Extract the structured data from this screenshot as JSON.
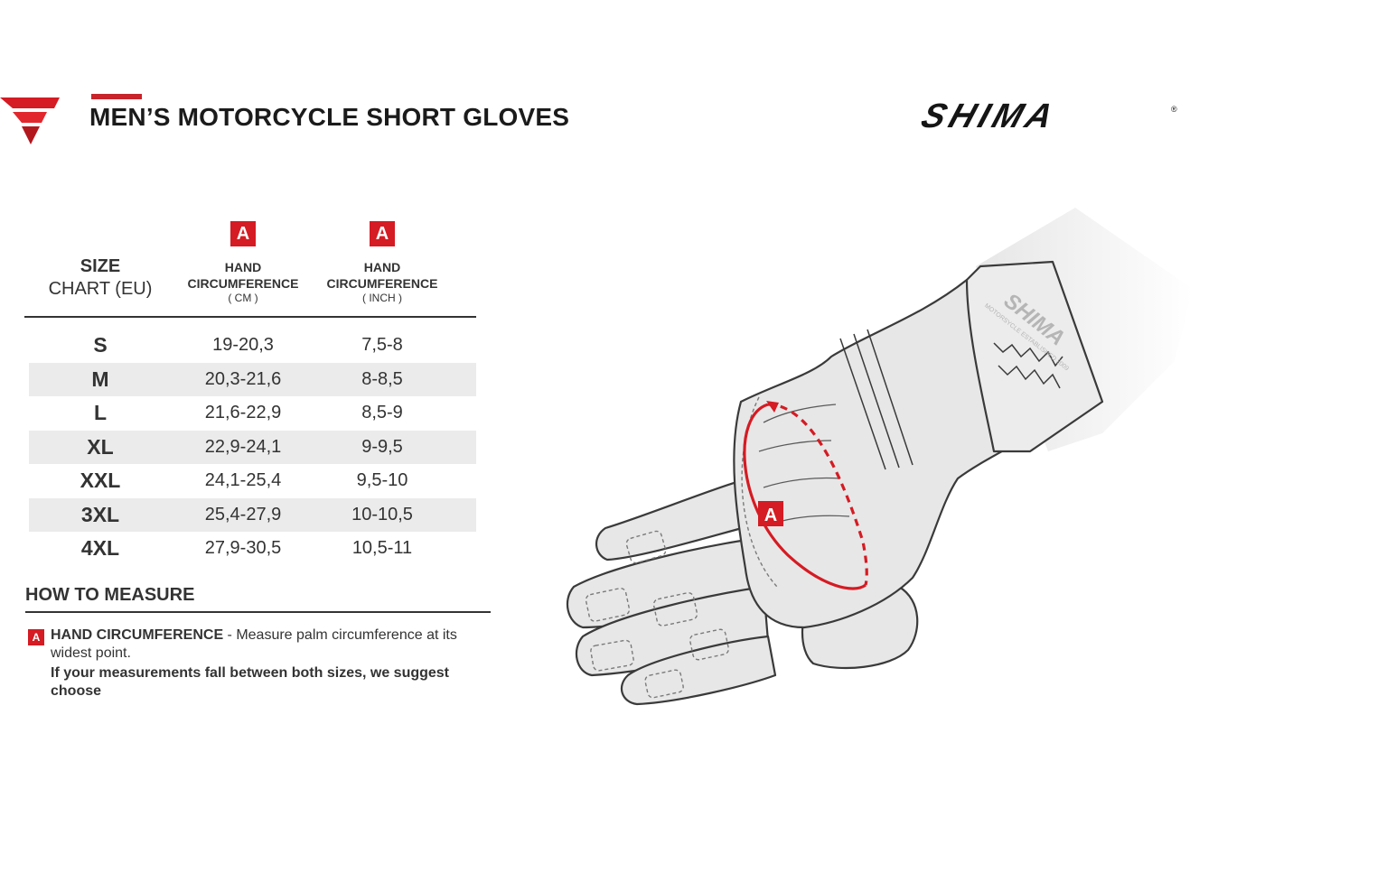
{
  "header": {
    "title": "MEN’S MOTORCYCLE SHORT GLOVES",
    "logo_text": "SHIMA",
    "logo_mark": "®"
  },
  "table": {
    "size_header_line1": "SIZE",
    "size_header_line2": "CHART (EU)",
    "columns": [
      {
        "badge": "A",
        "title": "HAND CIRCUMFERENCE",
        "unit": "( CM )"
      },
      {
        "badge": "A",
        "title": "HAND CIRCUMFERENCE",
        "unit": "( INCH )"
      }
    ],
    "rows": [
      {
        "size": "S",
        "cm": "19-20,3",
        "inch": "7,5-8"
      },
      {
        "size": "M",
        "cm": "20,3-21,6",
        "inch": "8-8,5"
      },
      {
        "size": "L",
        "cm": "21,6-22,9",
        "inch": "8,5-9"
      },
      {
        "size": "XL",
        "cm": "22,9-24,1",
        "inch": "9-9,5"
      },
      {
        "size": "XXL",
        "cm": "24,1-25,4",
        "inch": "9,5-10"
      },
      {
        "size": "3XL",
        "cm": "25,4-27,9",
        "inch": "10-10,5"
      },
      {
        "size": "4XL",
        "cm": "27,9-30,5",
        "inch": "10,5-11"
      }
    ]
  },
  "measure": {
    "title": "HOW TO MEASURE",
    "badge": "A",
    "label": "HAND CIRCUMFERENCE",
    "description": " - Measure palm circumference at its widest point.",
    "note": "If your measurements fall between both sizes, we suggest choose"
  },
  "illustration": {
    "badge": "A",
    "glove_brand": "SHIMA",
    "glove_tagline": "MOTORSYCLE ESTABLISHED 2009"
  },
  "colors": {
    "accent": "#d51b23",
    "text": "#333333",
    "row_shade": "#ebebeb"
  },
  "icons": [
    "brand-mark-icon",
    "glove-illustration"
  ]
}
